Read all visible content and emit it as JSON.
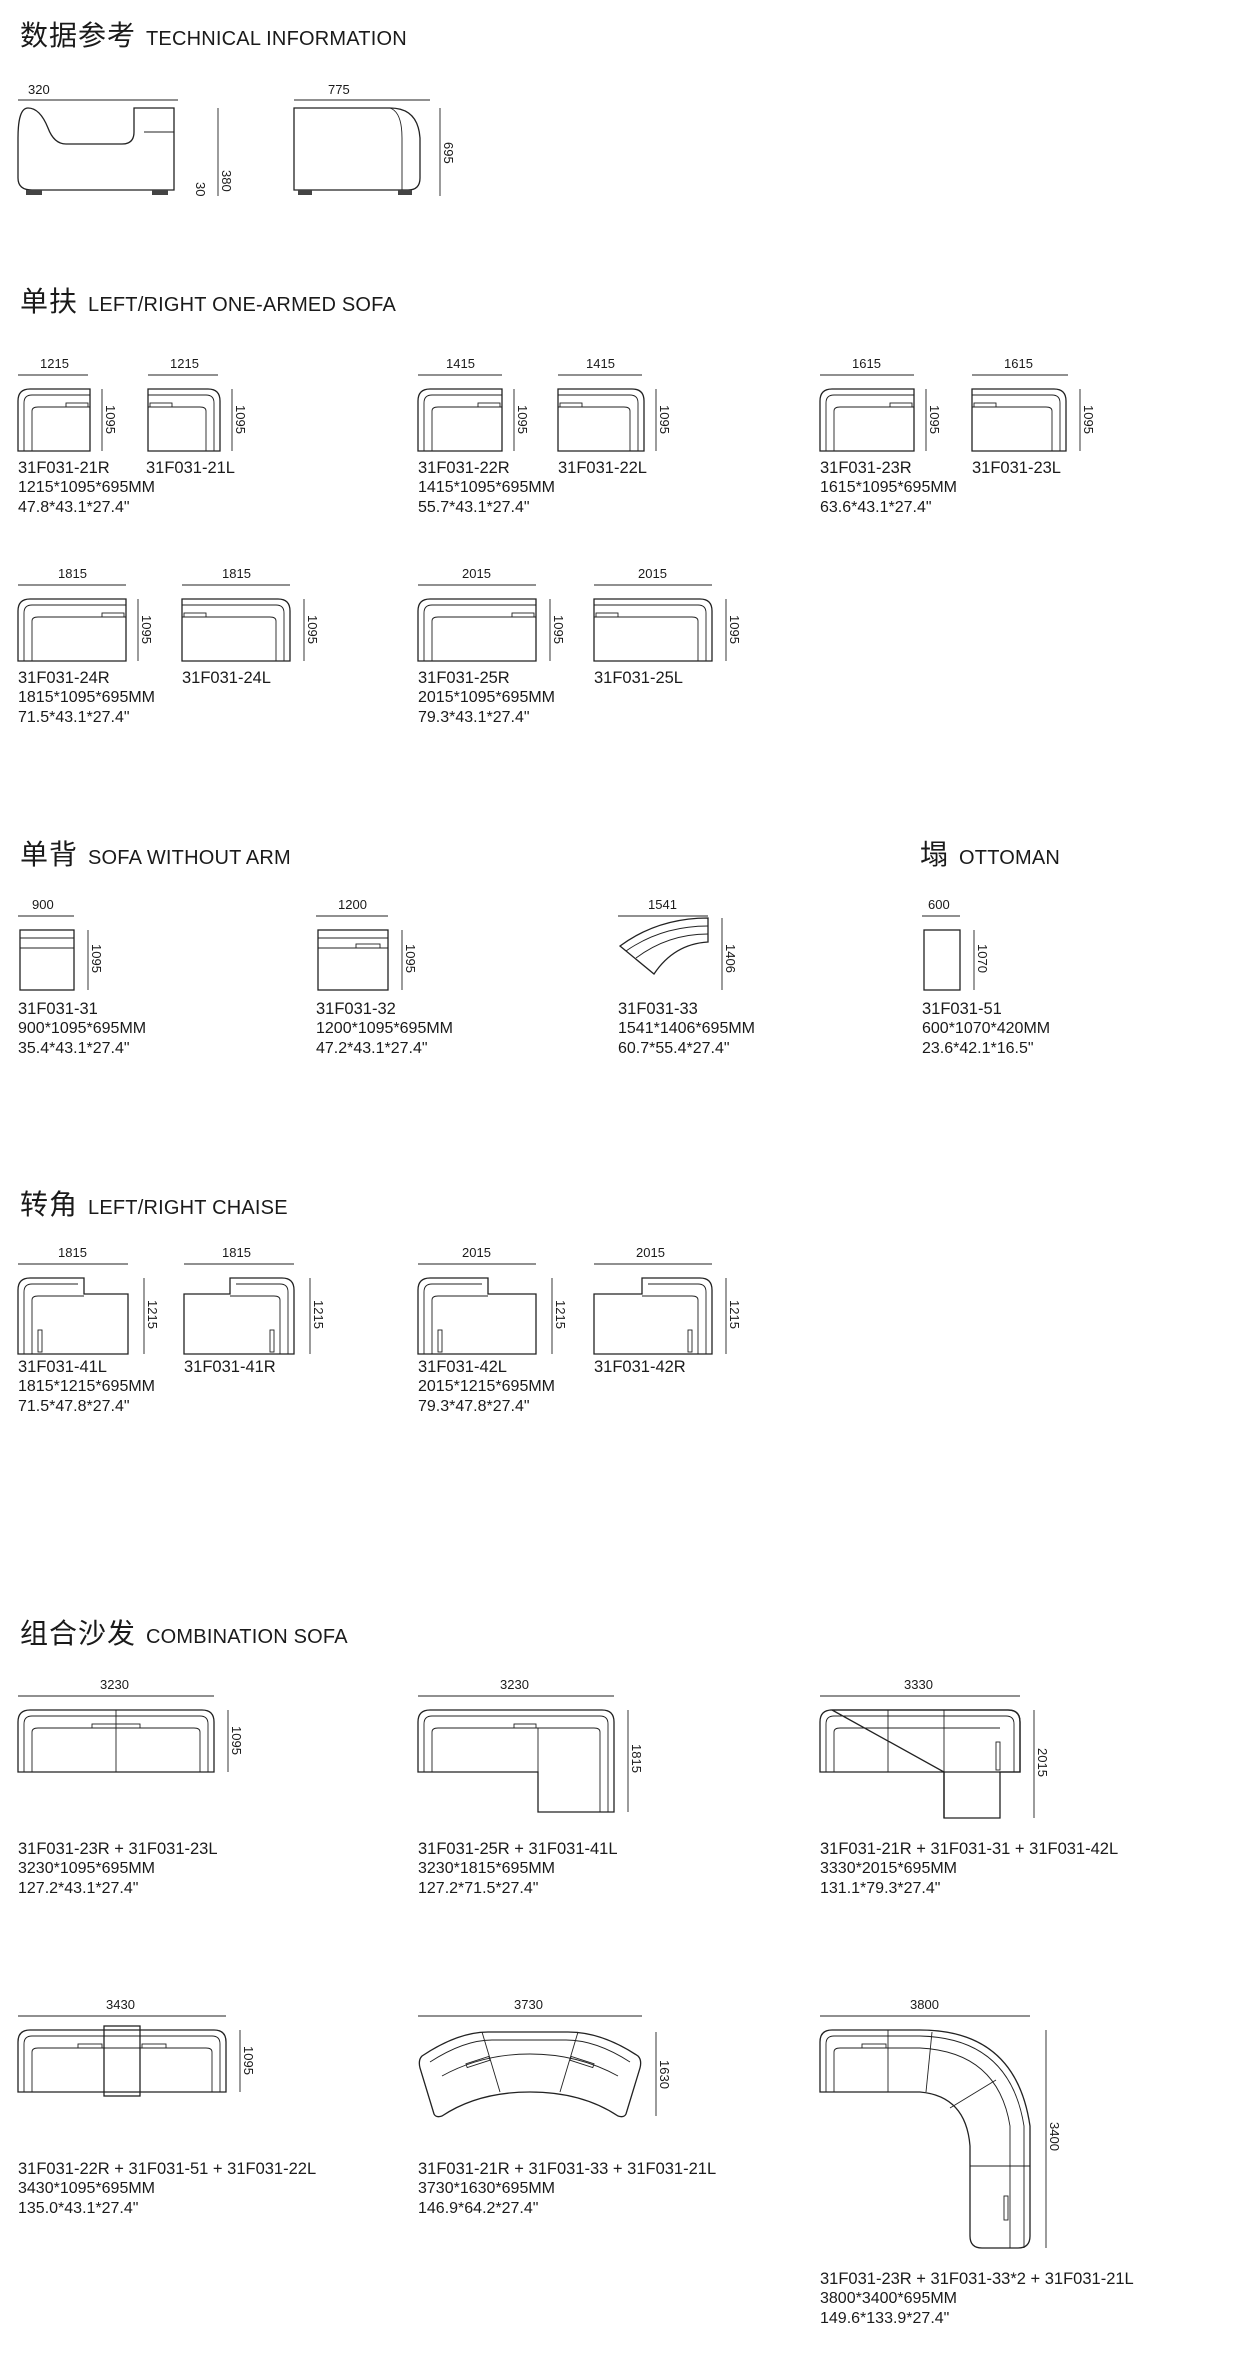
{
  "sections": {
    "tech": {
      "zh": "数据参考",
      "en": "TECHNICAL INFORMATION"
    },
    "one_arm": {
      "zh": "单扶",
      "en": "LEFT/RIGHT ONE-ARMED SOFA"
    },
    "no_arm": {
      "zh": "单背",
      "en": "SOFA WITHOUT ARM"
    },
    "ottoman": {
      "zh": "塌",
      "en": "OTTOMAN"
    },
    "chaise": {
      "zh": "转角",
      "en": "LEFT/RIGHT CHAISE"
    },
    "combo": {
      "zh": "组合沙发",
      "en": "COMBINATION SOFA"
    }
  },
  "tech": {
    "side": {
      "width": "320",
      "height": "380",
      "leg": "30"
    },
    "front": {
      "width": "775",
      "height": "695"
    }
  },
  "one_arm": [
    {
      "w": "1215",
      "d": "1095",
      "codes": [
        "31F031-21R",
        "31F031-21L"
      ],
      "mm": "1215*1095*695MM",
      "inch": "47.8*43.1*27.4\""
    },
    {
      "w": "1415",
      "d": "1095",
      "codes": [
        "31F031-22R",
        "31F031-22L"
      ],
      "mm": "1415*1095*695MM",
      "inch": "55.7*43.1*27.4\""
    },
    {
      "w": "1615",
      "d": "1095",
      "codes": [
        "31F031-23R",
        "31F031-23L"
      ],
      "mm": "1615*1095*695MM",
      "inch": "63.6*43.1*27.4\""
    },
    {
      "w": "1815",
      "d": "1095",
      "codes": [
        "31F031-24R",
        "31F031-24L"
      ],
      "mm": "1815*1095*695MM",
      "inch": "71.5*43.1*27.4\""
    },
    {
      "w": "2015",
      "d": "1095",
      "codes": [
        "31F031-25R",
        "31F031-25L"
      ],
      "mm": "2015*1095*695MM",
      "inch": "79.3*43.1*27.4\""
    }
  ],
  "no_arm": [
    {
      "w": "900",
      "d": "1095",
      "code": "31F031-31",
      "mm": "900*1095*695MM",
      "inch": "35.4*43.1*27.4\""
    },
    {
      "w": "1200",
      "d": "1095",
      "code": "31F031-32",
      "mm": "1200*1095*695MM",
      "inch": "47.2*43.1*27.4\""
    },
    {
      "w": "1541",
      "d": "1406",
      "code": "31F031-33",
      "mm": "1541*1406*695MM",
      "inch": "60.7*55.4*27.4\""
    }
  ],
  "ottoman": {
    "w": "600",
    "d": "1070",
    "code": "31F031-51",
    "mm": "600*1070*420MM",
    "inch": "23.6*42.1*16.5\""
  },
  "chaise": [
    {
      "w": "1815",
      "d": "1215",
      "codes": [
        "31F031-41L",
        "31F031-41R"
      ],
      "mm": "1815*1215*695MM",
      "inch": "71.5*47.8*27.4\""
    },
    {
      "w": "2015",
      "d": "1215",
      "codes": [
        "31F031-42L",
        "31F031-42R"
      ],
      "mm": "2015*1215*695MM",
      "inch": "79.3*47.8*27.4\""
    }
  ],
  "combo": [
    {
      "w": "3230",
      "d": "1095",
      "code": "31F031-23R + 31F031-23L",
      "mm": "3230*1095*695MM",
      "inch": "127.2*43.1*27.4\""
    },
    {
      "w": "3230",
      "d": "1815",
      "code": "31F031-25R + 31F031-41L",
      "mm": "3230*1815*695MM",
      "inch": "127.2*71.5*27.4\""
    },
    {
      "w": "3330",
      "d": "2015",
      "code": "31F031-21R + 31F031-31 + 31F031-42L",
      "mm": "3330*2015*695MM",
      "inch": "131.1*79.3*27.4\""
    },
    {
      "w": "3430",
      "d": "1095",
      "code": "31F031-22R + 31F031-51 + 31F031-22L",
      "mm": "3430*1095*695MM",
      "inch": "135.0*43.1*27.4\""
    },
    {
      "w": "3730",
      "d": "1630",
      "code": "31F031-21R + 31F031-33 + 31F031-21L",
      "mm": "3730*1630*695MM",
      "inch": "146.9*64.2*27.4\""
    },
    {
      "w": "3800",
      "d": "3400",
      "code": "31F031-23R + 31F031-33*2 + 31F031-21L",
      "mm": "3800*3400*695MM",
      "inch": "149.6*133.9*27.4\""
    }
  ]
}
